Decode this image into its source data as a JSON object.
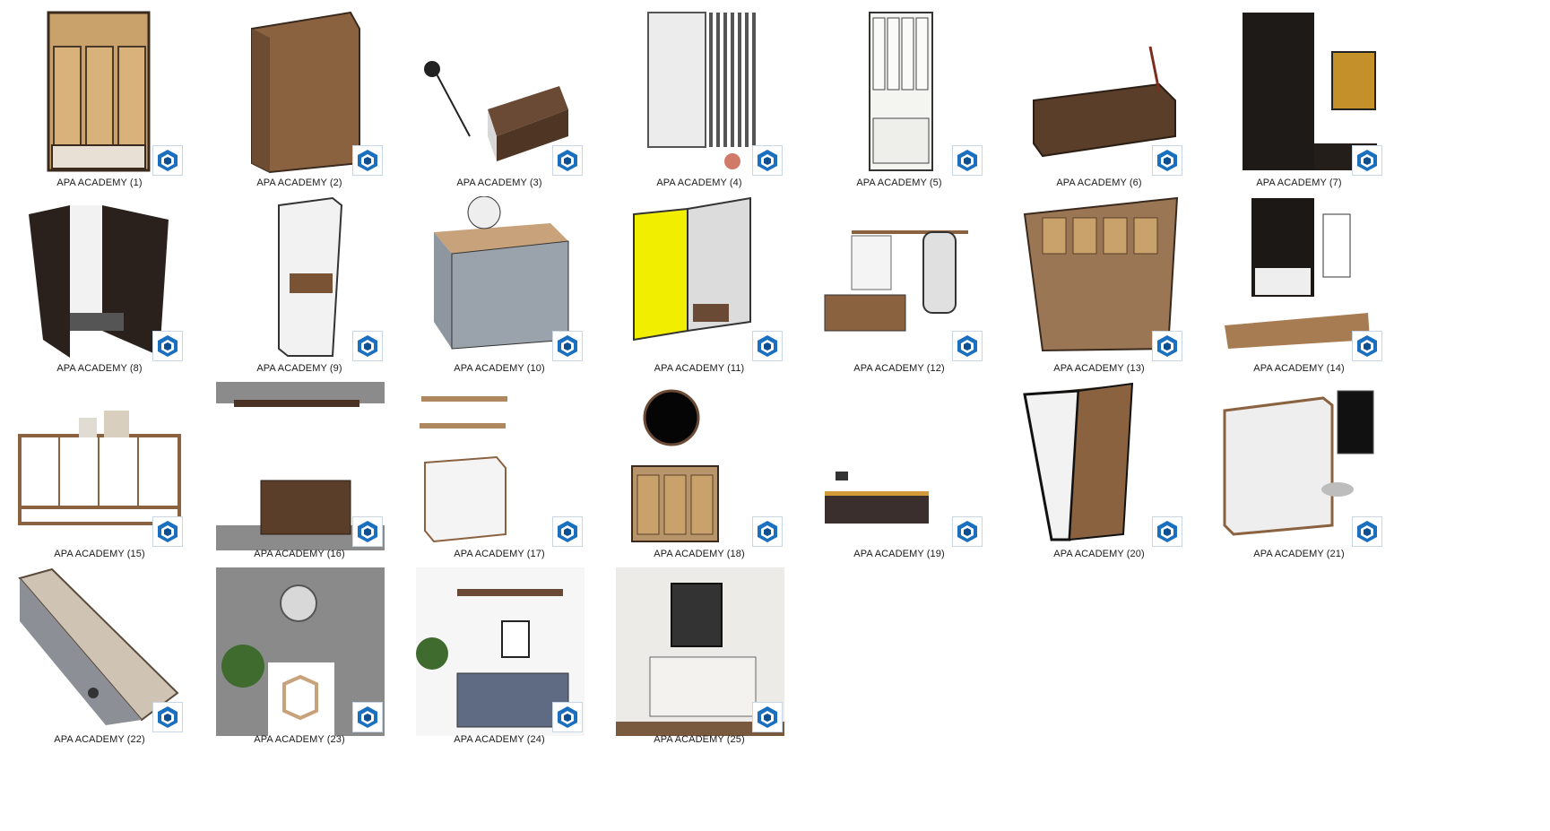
{
  "files": [
    {
      "label": "APA ACADEMY (1)",
      "thumb": "wardrobe-rattan",
      "icon": "sketchup-file-icon"
    },
    {
      "label": "APA ACADEMY (2)",
      "thumb": "tall-cabinet-wood",
      "icon": "sketchup-file-icon"
    },
    {
      "label": "APA ACADEMY (3)",
      "thumb": "cabinet-lamp",
      "icon": "sketchup-file-icon"
    },
    {
      "label": "APA ACADEMY (4)",
      "thumb": "white-cabinet-slats",
      "icon": "sketchup-file-icon"
    },
    {
      "label": "APA ACADEMY (5)",
      "thumb": "glass-cabinet-white",
      "icon": "sketchup-file-icon"
    },
    {
      "label": "APA ACADEMY (6)",
      "thumb": "low-console",
      "icon": "sketchup-file-icon"
    },
    {
      "label": "APA ACADEMY (7)",
      "thumb": "dark-wardrobe-painting",
      "icon": "sketchup-file-icon"
    },
    {
      "label": "APA ACADEMY (8)",
      "thumb": "dark-entry-bench",
      "icon": "sketchup-file-icon"
    },
    {
      "label": "APA ACADEMY (9)",
      "thumb": "tall-white-cabinet",
      "icon": "sketchup-file-icon"
    },
    {
      "label": "APA ACADEMY (10)",
      "thumb": "grey-cabinet-helmet",
      "icon": "sketchup-file-icon"
    },
    {
      "label": "APA ACADEMY (11)",
      "thumb": "yellow-mirror-cabinet",
      "icon": "sketchup-file-icon"
    },
    {
      "label": "APA ACADEMY (12)",
      "thumb": "coat-rack-mirror",
      "icon": "sketchup-file-icon"
    },
    {
      "label": "APA ACADEMY (13)",
      "thumb": "rattan-entry-unit",
      "icon": "sketchup-file-icon"
    },
    {
      "label": "APA ACADEMY (14)",
      "thumb": "dark-cabinet-bench",
      "icon": "sketchup-file-icon"
    },
    {
      "label": "APA ACADEMY (15)",
      "thumb": "open-shelf-console",
      "icon": "sketchup-file-icon"
    },
    {
      "label": "APA ACADEMY (16)",
      "thumb": "wall-shelf-sideboard",
      "icon": "sketchup-file-icon"
    },
    {
      "label": "APA ACADEMY (17)",
      "thumb": "shelves-white-dresser",
      "icon": "sketchup-file-icon"
    },
    {
      "label": "APA ACADEMY (18)",
      "thumb": "round-mirror-cabinet",
      "icon": "sketchup-file-icon"
    },
    {
      "label": "APA ACADEMY (19)",
      "thumb": "low-tv-console",
      "icon": "sketchup-file-icon"
    },
    {
      "label": "APA ACADEMY (20)",
      "thumb": "glass-wardrobe",
      "icon": "sketchup-file-icon"
    },
    {
      "label": "APA ACADEMY (21)",
      "thumb": "white-wardrobe-mirror",
      "icon": "sketchup-file-icon"
    },
    {
      "label": "APA ACADEMY (22)",
      "thumb": "long-cabinet-desk",
      "icon": "sketchup-file-icon"
    },
    {
      "label": "APA ACADEMY (23)",
      "thumb": "grey-room-plant",
      "icon": "sketchup-file-icon"
    },
    {
      "label": "APA ACADEMY (24)",
      "thumb": "blue-sideboard-room",
      "icon": "sketchup-file-icon"
    },
    {
      "label": "APA ACADEMY (25)",
      "thumb": "white-dresser-room",
      "icon": "sketchup-file-icon"
    }
  ],
  "colors": {
    "badge_blue": "#1b6fbf",
    "badge_dark": "#0d4f91",
    "label_text": "#1a1a1a"
  }
}
